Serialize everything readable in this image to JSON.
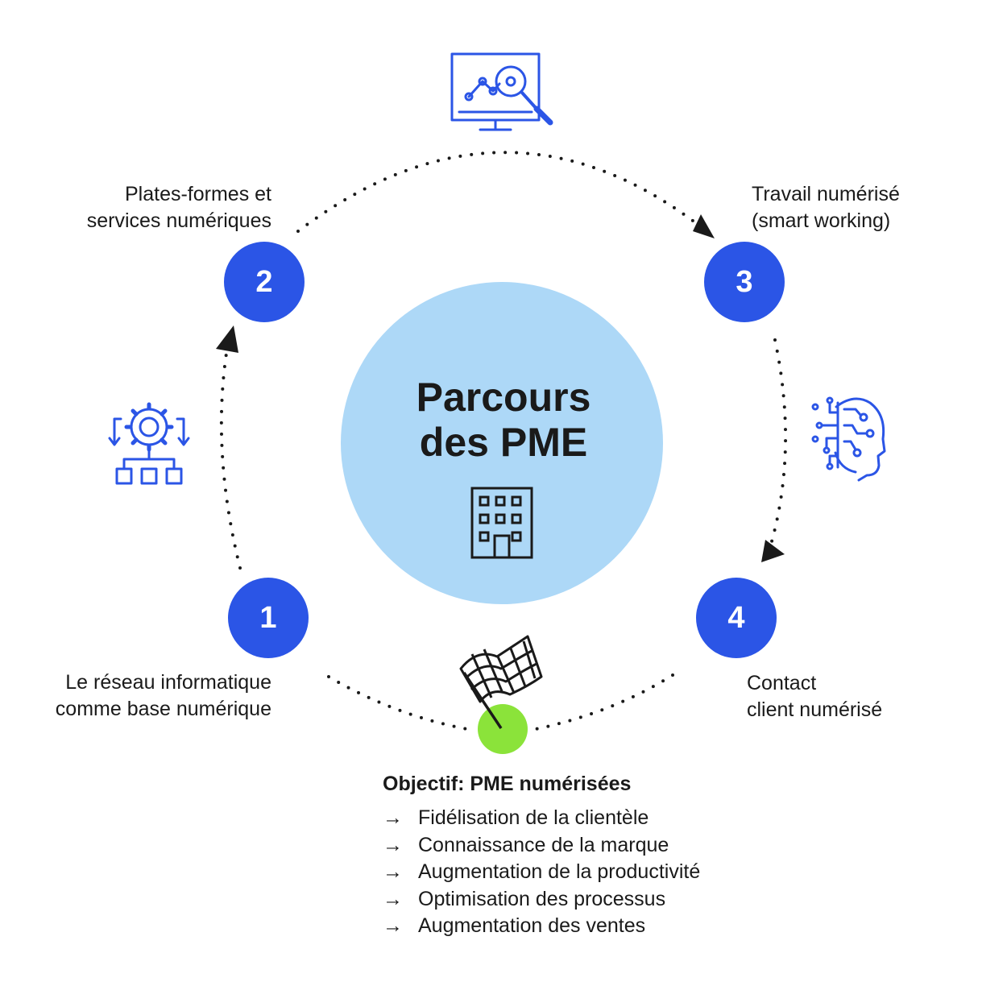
{
  "colors": {
    "accent": "#2B55E6",
    "center_fill": "#ADD8F7",
    "goal_dot": "#8BE33A",
    "icon_stroke": "#2B55E6",
    "text": "#1a1a1a"
  },
  "center": {
    "title_line1": "Parcours",
    "title_line2": "des PME",
    "icon": "office-building-icon"
  },
  "steps": [
    {
      "number": "1",
      "label_line1": "Le réseau informatique",
      "label_line2": "comme base numérique",
      "icon": "process-hierarchy-gear-icon"
    },
    {
      "number": "2",
      "label_line1": "Plates-formes et",
      "label_line2": "services numériques",
      "icon": "monitor-analytics-search-icon"
    },
    {
      "number": "3",
      "label_line1": "Travail numérisé",
      "label_line2": "(smart working)",
      "icon": "ai-head-circuit-icon"
    },
    {
      "number": "4",
      "label_line1": "Contact",
      "label_line2": "client numérisé",
      "icon": "finish-flag-icon"
    }
  ],
  "goal": {
    "title": "Objectif: PME numérisées",
    "arrow": "→",
    "items": [
      "Fidélisation de la clientèle",
      "Connaissance de la marque",
      "Augmentation de la productivité",
      "Optimisation des processus",
      "Augmentation des ventes"
    ]
  }
}
